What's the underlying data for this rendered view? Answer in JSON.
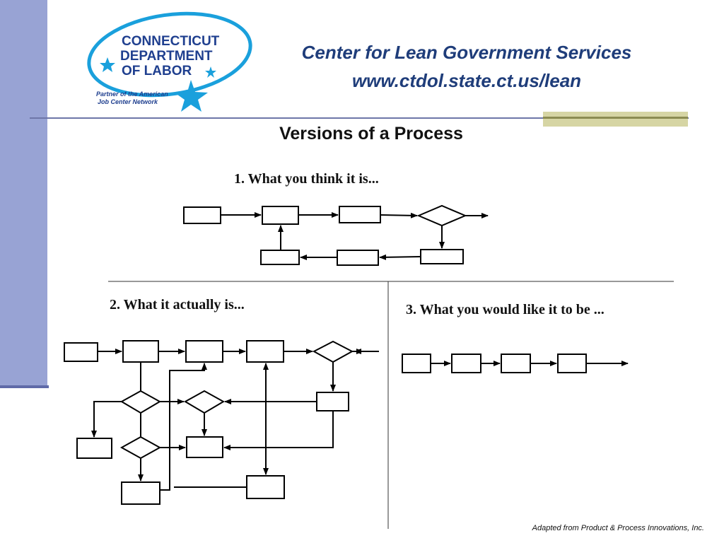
{
  "logo": {
    "line1": "CONNECTICUT",
    "line2": "DEPARTMENT",
    "line3": "OF  LABOR",
    "tagline1": "Partner of the American",
    "tagline2": "Job Center Network",
    "colors": {
      "ring": "#1aa0dc",
      "text": "#1f3f8f",
      "star": "#1aa0dc"
    }
  },
  "header": {
    "title": "Center for Lean Government Services",
    "url": "www.ctdol.state.ct.us/lean"
  },
  "slide_title": "Versions of a Process",
  "sections": {
    "think": "1. What you think it is...",
    "actual": "2. What it actually is...",
    "ideal": "3. What you would like it to be ..."
  },
  "footer": "Adapted from Product & Process Innovations, Inc.",
  "colors": {
    "sidebar": "#98a3d4",
    "accent": "#d6d5a4",
    "title_text": "#1f3d7a"
  }
}
